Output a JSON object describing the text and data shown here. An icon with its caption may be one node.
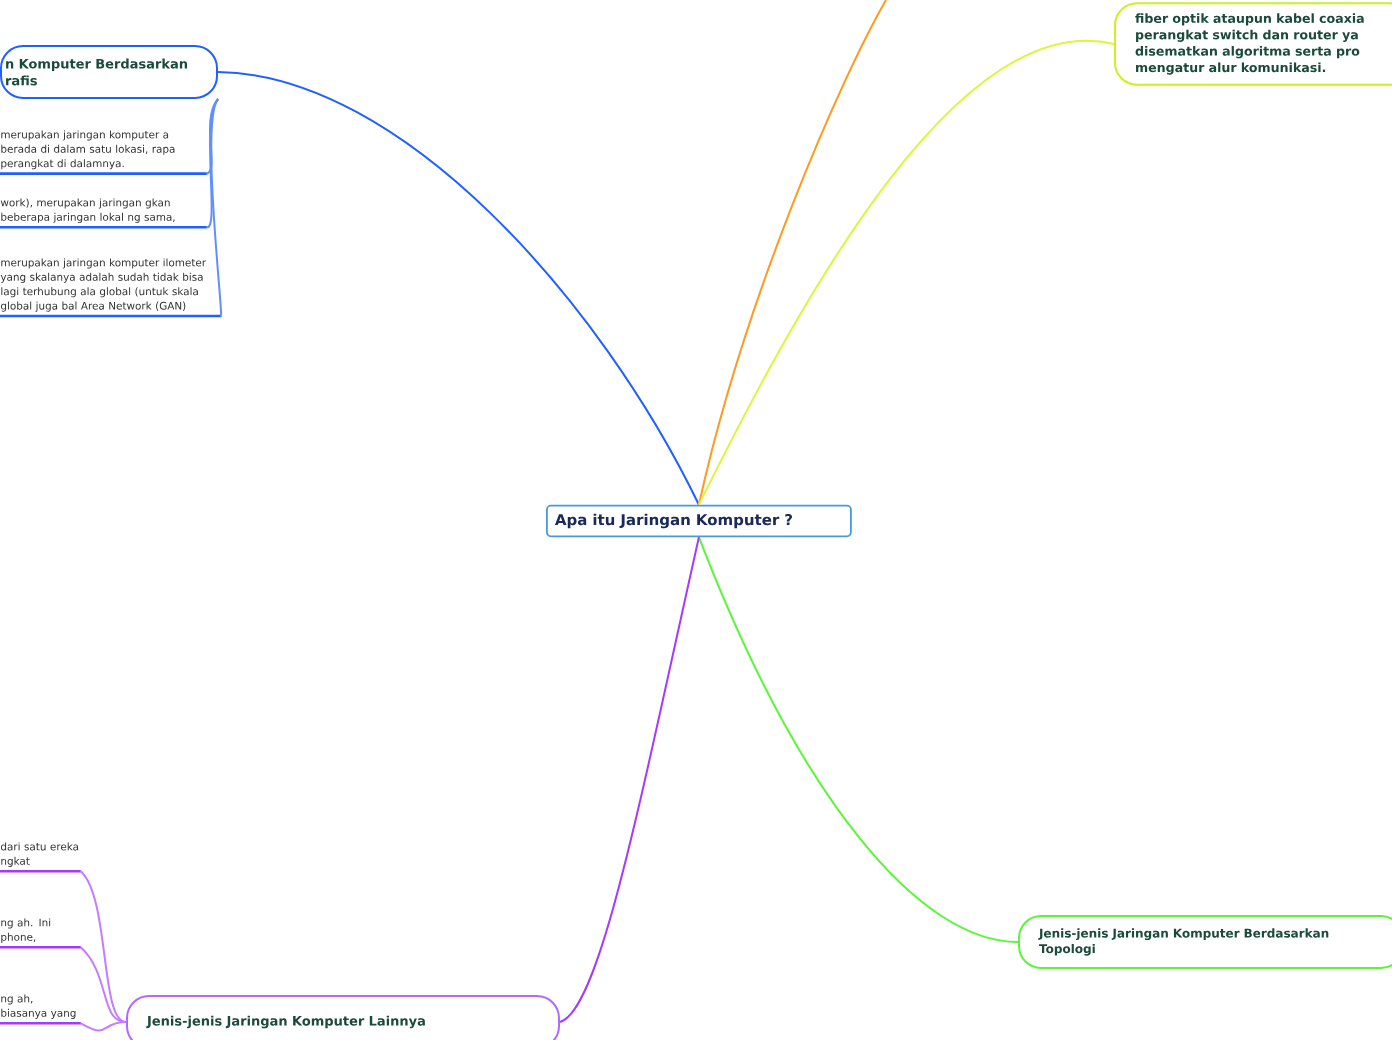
{
  "diagram": {
    "nodes": [
      {
        "text": [
          "Apa itu Jaringan Komputer ?"
        ]
      },
      {
        "text": [
          "n Komputer Berdasarkan rafis"
        ]
      },
      {
        "text": [
          "merupakan jaringan komputer a berada di dalam satu lokasi, rapa perangkat di dalamnya."
        ]
      },
      {
        "text": [
          "work), merupakan jaringan gkan beberapa jaringan lokal ng sama,"
        ]
      },
      {
        "text": [
          "merupakan jaringan komputer ilometer yang skalanya adalah sudah tidak bisa lagi terhubung ala global (untuk skala global juga bal Area Network (GAN)"
        ]
      },
      {
        "text": [
          "fiber optik ataupun kabel coaxia perangkat switch dan router ya disematkan algoritma serta pro mengatur alur komunikasi."
        ]
      },
      {
        "text": [
          "Jenis-jenis Jaringan Komputer Berdasarkan Topologi"
        ]
      },
      {
        "text": [
          "Jenis-jenis Jaringan Komputer Lainnya"
        ]
      },
      {
        "text": [
          "dari satu ereka ngkat"
        ]
      },
      {
        "text": [
          "ng ah. Ini phone,"
        ]
      },
      {
        "text": [
          "ng ah, biasanya yang"
        ]
      }
    ],
    "edges": [
      {
        "from": 0,
        "to": 1,
        "arrow": "none",
        "color": "#2060ff"
      },
      {
        "from": 0,
        "to": null,
        "arrow": "none",
        "color": "#ff9a1f"
      },
      {
        "from": 0,
        "to": 5,
        "arrow": "none",
        "color": "#ddf53a"
      },
      {
        "from": 0,
        "to": 6,
        "arrow": "none",
        "color": "#5cf53a"
      },
      {
        "from": 0,
        "to": 7,
        "arrow": "none",
        "color": "#a53aff"
      },
      {
        "from": 1,
        "to": 2,
        "arrow": "none",
        "color": "#6090ff"
      },
      {
        "from": 1,
        "to": 3,
        "arrow": "none",
        "color": "#6090ff"
      },
      {
        "from": 1,
        "to": 4,
        "arrow": "none",
        "color": "#6090ff"
      },
      {
        "from": 7,
        "to": 8,
        "arrow": "none",
        "color": "#c57dff"
      },
      {
        "from": 7,
        "to": 9,
        "arrow": "none",
        "color": "#c57dff"
      },
      {
        "from": 7,
        "to": 10,
        "arrow": "none",
        "color": "#c57dff"
      }
    ]
  }
}
